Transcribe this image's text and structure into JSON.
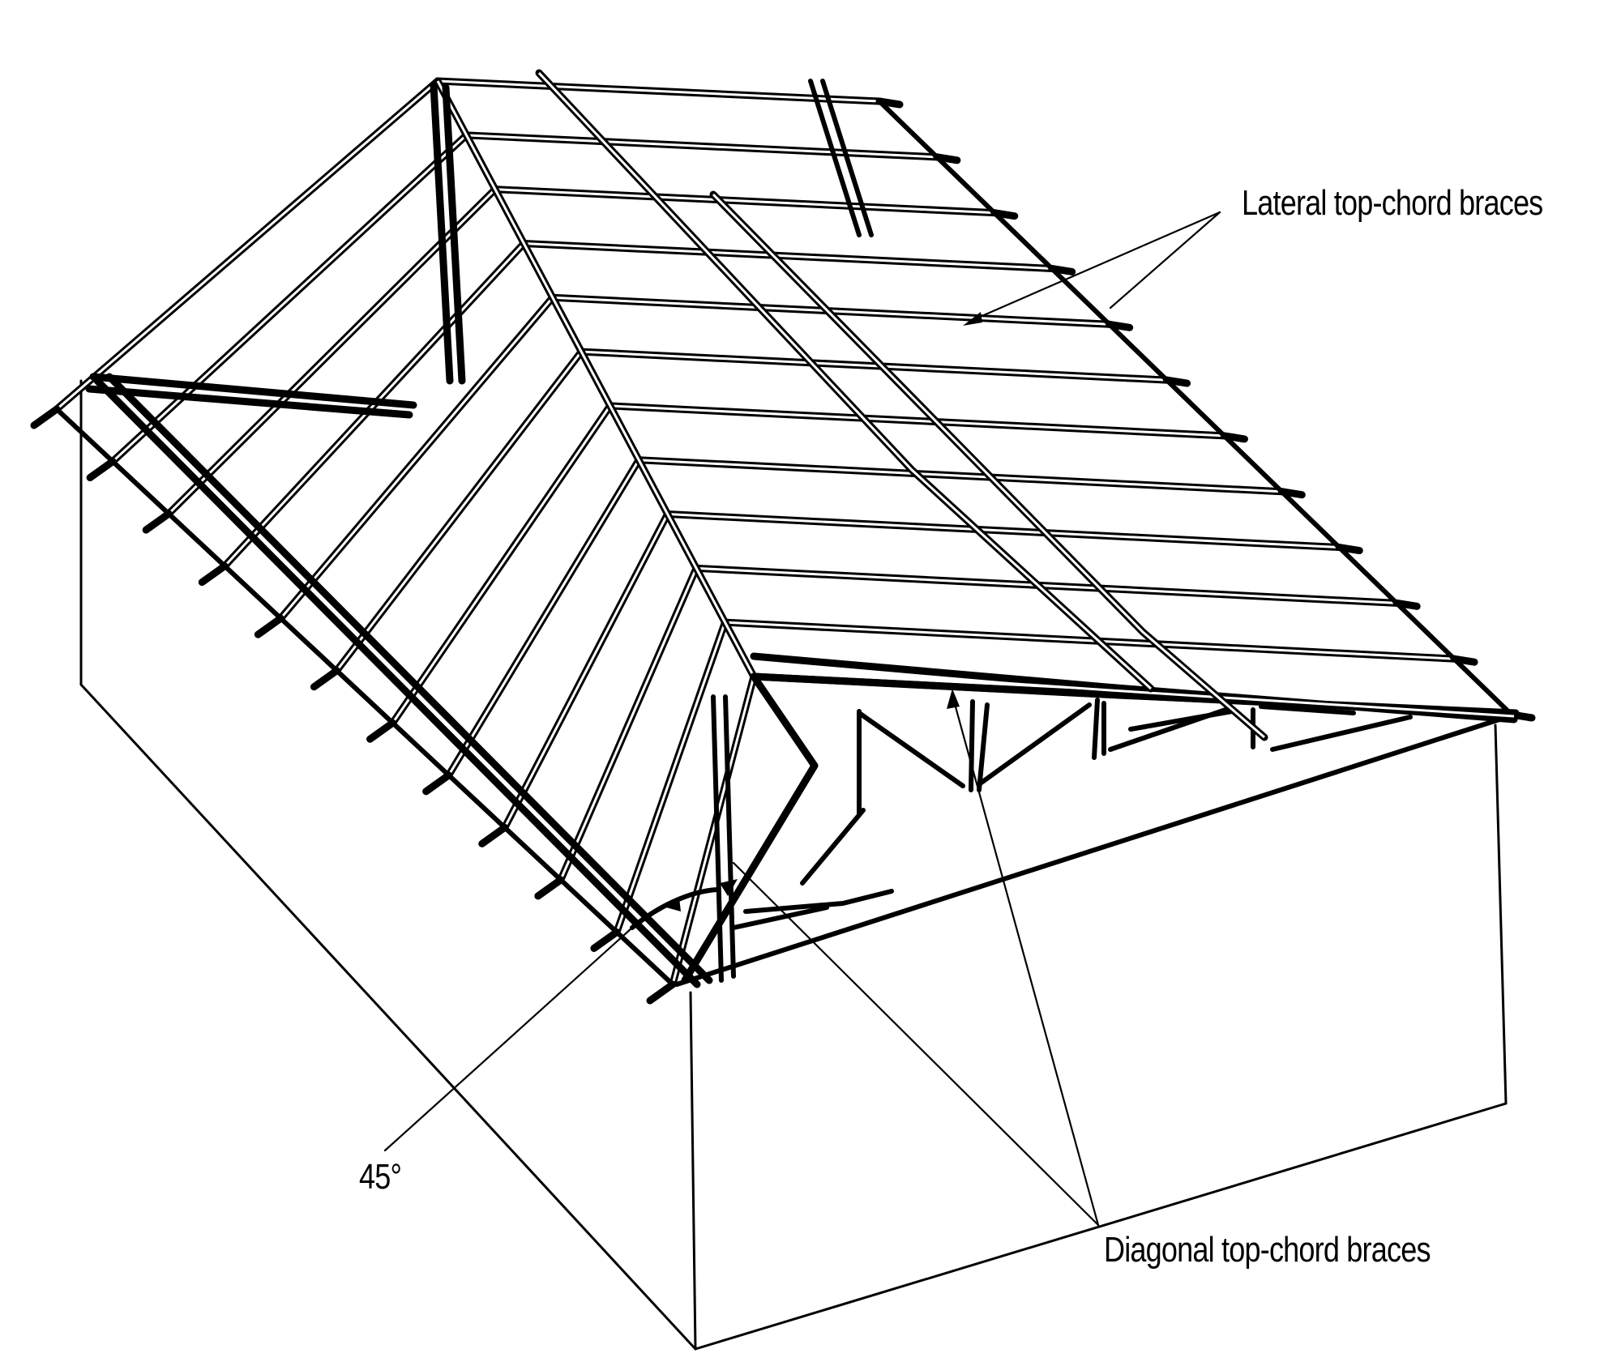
{
  "figure": {
    "type": "isometric line drawing",
    "subject": "gable roof trusses with top-chord bracing over rectangular building",
    "colors": {
      "line": "#000000",
      "background": "#ffffff"
    }
  },
  "labels": {
    "lateral_braces": "Lateral top-chord braces",
    "diagonal_braces": "Diagonal top-chord braces",
    "angle": "45°"
  },
  "callouts": [
    {
      "label": "Lateral top-chord braces",
      "leaders": 2,
      "points_to": "lateral braces on right roof slope"
    },
    {
      "label": "Diagonal top-chord braces",
      "leaders": 2,
      "points_to": "diagonal braces near front gable"
    },
    {
      "label": "45°",
      "leaders": 1,
      "points_to": "angle between diagonal brace and top chord"
    }
  ],
  "structure": {
    "truss_count": 12,
    "components": [
      "top chords",
      "bottom chords",
      "web members",
      "lateral top-chord braces",
      "diagonal top-chord braces",
      "walls"
    ]
  }
}
